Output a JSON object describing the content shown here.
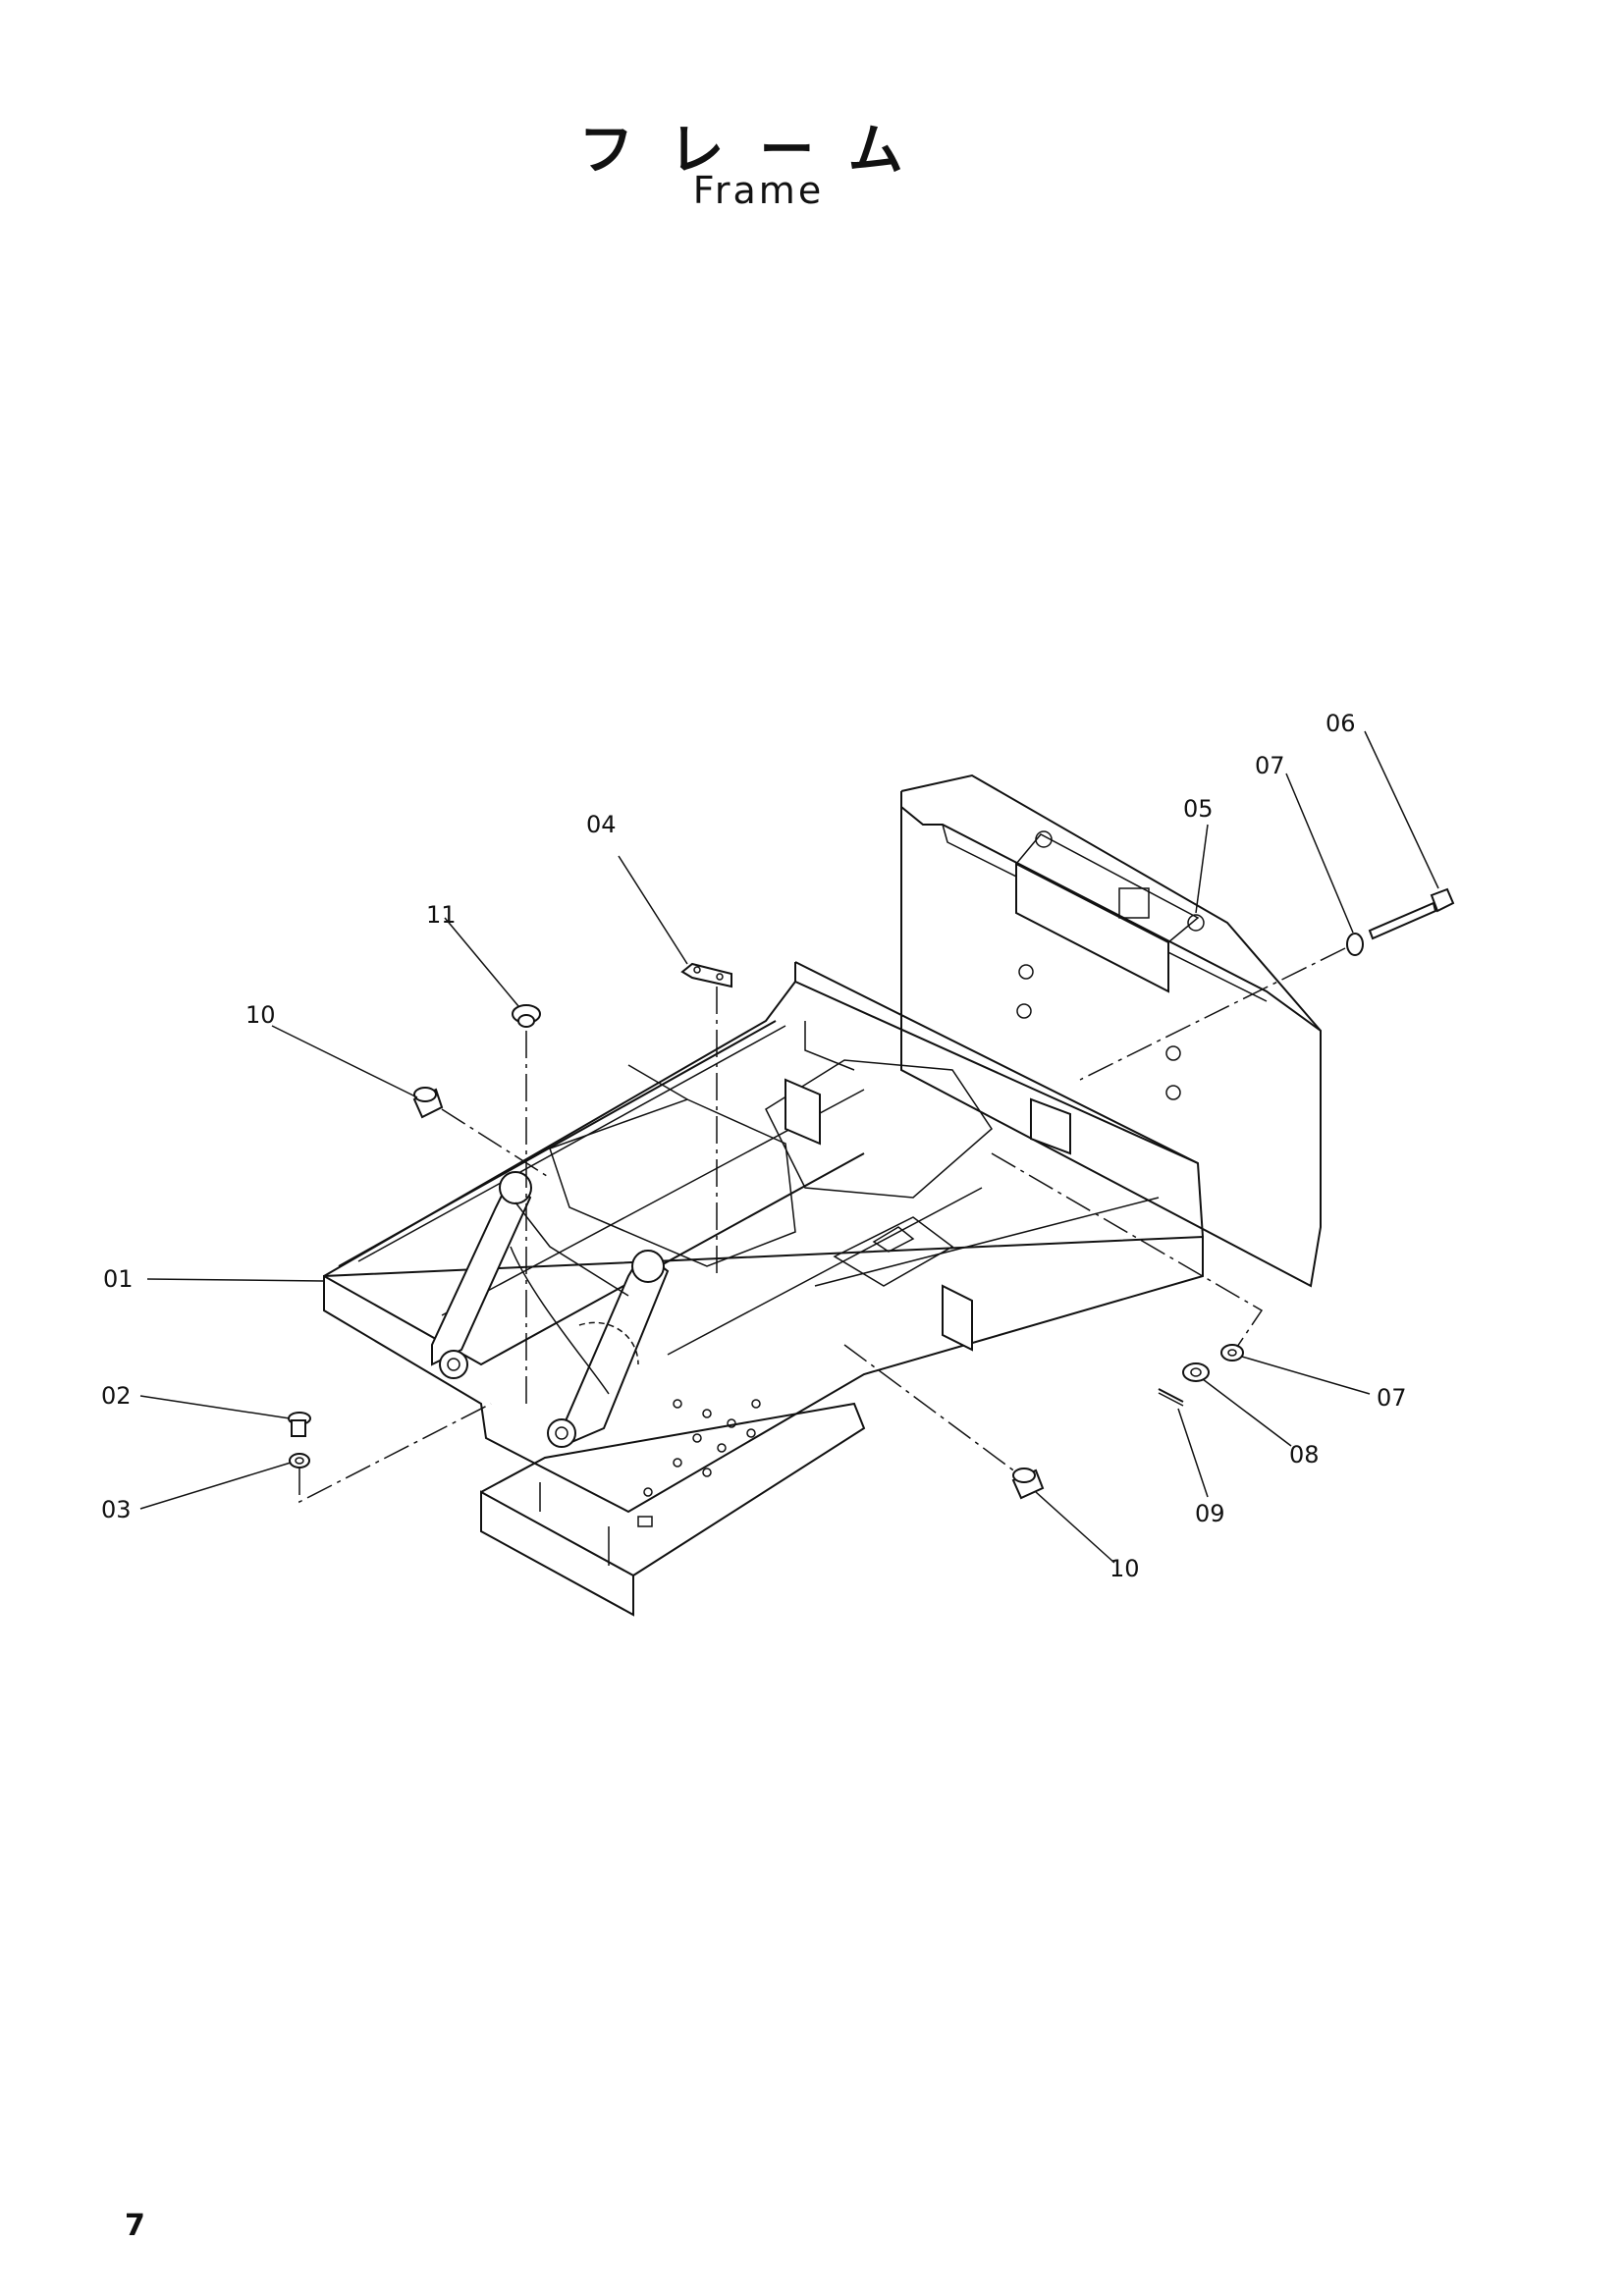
{
  "header": {
    "title_jp": "フレーム",
    "title_en": "Frame"
  },
  "callouts": {
    "p01": "01",
    "p02": "02",
    "p03": "03",
    "p04": "04",
    "p05": "05",
    "p06": "06",
    "p07a": "07",
    "p07b": "07",
    "p08": "08",
    "p09": "09",
    "p10a": "10",
    "p10b": "10",
    "p11": "11"
  },
  "footer": {
    "page_number": "7"
  }
}
